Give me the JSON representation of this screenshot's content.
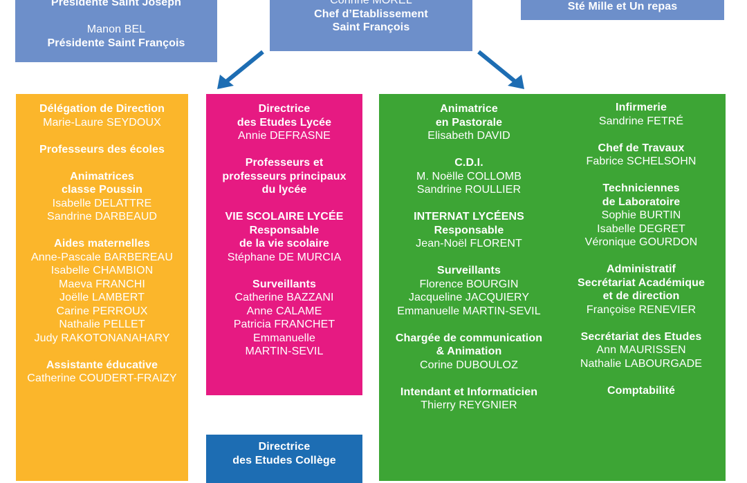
{
  "top_boxes": {
    "left": [
      {
        "text": "Présidente Saint Joseph",
        "bold": true
      },
      {
        "text": "",
        "bold": false
      },
      {
        "text": "Manon BEL",
        "bold": false
      },
      {
        "text": "Présidente Saint François",
        "bold": true
      }
    ],
    "center": [
      {
        "text": "Corinne MOREL",
        "bold": false
      },
      {
        "text": "Chef d’Etablissement",
        "bold": true
      },
      {
        "text": "Saint François",
        "bold": true
      }
    ],
    "right": [
      {
        "text": "Sté Mille et Un repas",
        "bold": true
      }
    ]
  },
  "yellow_box": [
    {
      "text": "Délégation de Direction",
      "bold": true
    },
    {
      "text": "Marie-Laure  SEYDOUX",
      "bold": false
    },
    {
      "text": "",
      "bold": false
    },
    {
      "text": "Professeurs des écoles",
      "bold": true
    },
    {
      "text": "",
      "bold": false
    },
    {
      "text": "Animatrices",
      "bold": true
    },
    {
      "text": "classe Poussin",
      "bold": true
    },
    {
      "text": "Isabelle DELATTRE",
      "bold": false
    },
    {
      "text": "Sandrine DARBEAUD",
      "bold": false
    },
    {
      "text": "",
      "bold": false
    },
    {
      "text": "Aides maternelles",
      "bold": true
    },
    {
      "text": "Anne-Pascale BARBEREAU",
      "bold": false
    },
    {
      "text": "Isabelle CHAMBION",
      "bold": false
    },
    {
      "text": "Maeva FRANCHI",
      "bold": false
    },
    {
      "text": "Joëlle LAMBERT",
      "bold": false
    },
    {
      "text": "Carine PERROUX",
      "bold": false
    },
    {
      "text": "Nathalie PELLET",
      "bold": false
    },
    {
      "text": "Judy RAKOTONANAHARY",
      "bold": false
    },
    {
      "text": "",
      "bold": false
    },
    {
      "text": "Assistante éducative",
      "bold": true
    },
    {
      "text": "Catherine COUDERT-FRAIZY",
      "bold": false
    }
  ],
  "pink_box": [
    {
      "text": "Directrice",
      "bold": true
    },
    {
      "text": "des Etudes Lycée",
      "bold": true
    },
    {
      "text": "Annie DEFRASNE",
      "bold": false
    },
    {
      "text": "",
      "bold": false
    },
    {
      "text": "Professeurs et",
      "bold": true
    },
    {
      "text": "professeurs principaux",
      "bold": true
    },
    {
      "text": "du lycée",
      "bold": true
    },
    {
      "text": "",
      "bold": false
    },
    {
      "text": "VIE SCOLAIRE LYCÉE",
      "bold": true
    },
    {
      "text": "Responsable",
      "bold": true
    },
    {
      "text": "de la vie scolaire",
      "bold": true
    },
    {
      "text": "Stéphane DE MURCIA",
      "bold": false
    },
    {
      "text": "",
      "bold": false
    },
    {
      "text": "Surveillants",
      "bold": true
    },
    {
      "text": "Catherine BAZZANI",
      "bold": false
    },
    {
      "text": "Anne CALAME",
      "bold": false
    },
    {
      "text": "Patricia FRANCHET",
      "bold": false
    },
    {
      "text": "Emmanuelle",
      "bold": false
    },
    {
      "text": "MARTIN-SEVIL",
      "bold": false
    }
  ],
  "navy_box": [
    {
      "text": "Directrice",
      "bold": true
    },
    {
      "text": "des Etudes Collège",
      "bold": true
    }
  ],
  "green_box": {
    "left_column": [
      {
        "text": "Animatrice",
        "bold": true
      },
      {
        "text": "en Pastorale",
        "bold": true
      },
      {
        "text": "Elisabeth DAVID",
        "bold": false
      },
      {
        "text": "",
        "bold": false
      },
      {
        "text": "C.D.I.",
        "bold": true
      },
      {
        "text": "M. Noëlle COLLOMB",
        "bold": false
      },
      {
        "text": "Sandrine ROULLIER",
        "bold": false
      },
      {
        "text": "",
        "bold": false
      },
      {
        "text": "INTERNAT LYCÉENS",
        "bold": true
      },
      {
        "text": "Responsable",
        "bold": true
      },
      {
        "text": "Jean-Noël FLORENT",
        "bold": false
      },
      {
        "text": "",
        "bold": false
      },
      {
        "text": "Surveillants",
        "bold": true
      },
      {
        "text": "Florence BOURGIN",
        "bold": false
      },
      {
        "text": "Jacqueline JACQUIERY",
        "bold": false
      },
      {
        "text": "Emmanuelle MARTIN-SEVIL",
        "bold": false
      },
      {
        "text": "",
        "bold": false
      },
      {
        "text": "Chargée de communication",
        "bold": true
      },
      {
        "text": "& Animation",
        "bold": true
      },
      {
        "text": "Corine DUBOULOZ",
        "bold": false
      },
      {
        "text": "",
        "bold": false
      },
      {
        "text": "Intendant et Informaticien",
        "bold": true
      },
      {
        "text": "Thierry REYGNIER",
        "bold": false
      }
    ],
    "right_column": [
      {
        "text": "Infirmerie",
        "bold": true
      },
      {
        "text": "Sandrine FETRÉ",
        "bold": false
      },
      {
        "text": "",
        "bold": false
      },
      {
        "text": "Chef de Travaux",
        "bold": true
      },
      {
        "text": "Fabrice SCHELSOHN",
        "bold": false
      },
      {
        "text": "",
        "bold": false
      },
      {
        "text": "Techniciennes",
        "bold": true
      },
      {
        "text": "de Laboratoire",
        "bold": true
      },
      {
        "text": "Sophie BURTIN",
        "bold": false
      },
      {
        "text": "Isabelle DEGRET",
        "bold": false
      },
      {
        "text": "Véronique GOURDON",
        "bold": false
      },
      {
        "text": "",
        "bold": false
      },
      {
        "text": "Administratif",
        "bold": true
      },
      {
        "text": "Secrétariat Académique",
        "bold": true
      },
      {
        "text": "et de direction",
        "bold": true
      },
      {
        "text": "Françoise RENEVIER",
        "bold": false
      },
      {
        "text": "",
        "bold": false
      },
      {
        "text": "Secrétariat des Etudes",
        "bold": true
      },
      {
        "text": "Ann MAURISSEN",
        "bold": false
      },
      {
        "text": "Nathalie LABOURGADE",
        "bold": false
      },
      {
        "text": "",
        "bold": false
      },
      {
        "text": "Comptabilité",
        "bold": true
      }
    ]
  },
  "colors": {
    "top_blue": "#6d8fca",
    "yellow": "#fbb62b",
    "pink": "#e61a82",
    "green": "#3da535",
    "navy": "#1d6db3",
    "arrow": "#1d6db3"
  }
}
